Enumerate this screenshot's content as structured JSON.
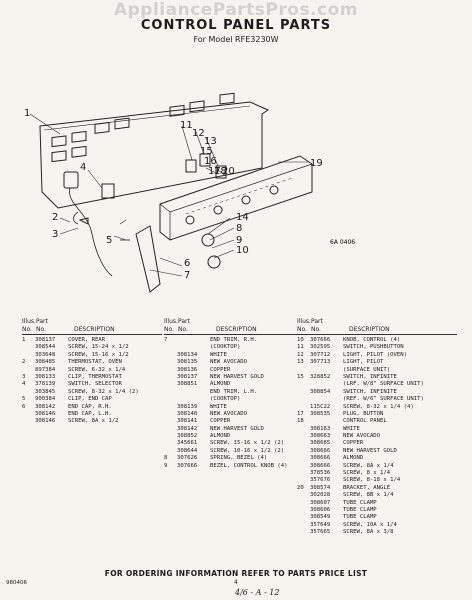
{
  "watermark": "AppliancePartsPros.com",
  "header": {
    "title": "CONTROL PANEL PARTS",
    "subtitle": "For Model RFE3230W"
  },
  "diagram": {
    "code": "6A 0406",
    "callouts": [
      "1",
      "2",
      "3",
      "4",
      "5",
      "6",
      "7",
      "8",
      "9",
      "10",
      "11",
      "12",
      "13",
      "14",
      "15",
      "16",
      "17",
      "18",
      "19",
      "20"
    ]
  },
  "table_headers": {
    "illus_no": [
      "Illus.",
      "No."
    ],
    "part_no": [
      "Part",
      "No."
    ],
    "description": "DESCRIPTION"
  },
  "columns": [
    [
      {
        "no": "1",
        "part": "308137",
        "desc": "COVER, REAR"
      },
      {
        "no": "",
        "part": "308544",
        "desc": "SCREW, 15-24 x 1/2"
      },
      {
        "no": "",
        "part": "303648",
        "desc": "SCREW, 15-16 x 1/2"
      },
      {
        "no": "2",
        "part": "308485",
        "desc": "THERMOSTAT, OVEN"
      },
      {
        "no": "",
        "part": "897384",
        "desc": "SCREW, 6-32 x 1/4"
      },
      {
        "no": "3",
        "part": "308133",
        "desc": "CLIP, THERMOSTAT"
      },
      {
        "no": "4",
        "part": "378139",
        "desc": "SWITCH, SELECTOR"
      },
      {
        "no": "",
        "part": "303845",
        "desc": "SCREW, 8-32 x 1/4 (2)"
      },
      {
        "no": "5",
        "part": "900384",
        "desc": "CLIP, END CAP"
      },
      {
        "no": "6",
        "part": "308142",
        "desc": "END CAP, R.H."
      },
      {
        "no": "",
        "part": "308146",
        "desc": "END CAP, L.H."
      },
      {
        "no": "",
        "part": "308146",
        "desc": "SCREW, 8A x 1/2"
      }
    ],
    [
      {
        "no": "7",
        "part": "",
        "desc": "END TRIM, R.H."
      },
      {
        "no": "",
        "part": "",
        "desc": "(COOKTOP)"
      },
      {
        "no": "",
        "part": "308134",
        "desc": "WHITE"
      },
      {
        "no": "",
        "part": "308135",
        "desc": "NEW AVOCADO"
      },
      {
        "no": "",
        "part": "308136",
        "desc": "COPPER"
      },
      {
        "no": "",
        "part": "308137",
        "desc": "NEW HARVEST GOLD"
      },
      {
        "no": "",
        "part": "308851",
        "desc": "ALMOND"
      },
      {
        "no": "",
        "part": "",
        "desc": "END TRIM, L.H."
      },
      {
        "no": "",
        "part": "",
        "desc": "(COOKTOP)"
      },
      {
        "no": "",
        "part": "308139",
        "desc": "WHITE"
      },
      {
        "no": "",
        "part": "308140",
        "desc": "NEW AVOCADO"
      },
      {
        "no": "",
        "part": "308141",
        "desc": "COPPER"
      },
      {
        "no": "",
        "part": "308142",
        "desc": "NEW HARVEST GOLD"
      },
      {
        "no": "",
        "part": "308852",
        "desc": "ALMOND"
      },
      {
        "no": "",
        "part": "345661",
        "desc": "SCREW, 15-16 x 1/2 (2)"
      },
      {
        "no": "",
        "part": "308644",
        "desc": "SCREW, 10-16 x 1/2 (2)"
      },
      {
        "no": "8",
        "part": "307626",
        "desc": "SPRING, BEZEL (4)"
      },
      {
        "no": "9",
        "part": "307666",
        "desc": "BEZEL, CONTROL KNOB (4)"
      }
    ],
    [
      {
        "no": "10",
        "part": "307666",
        "desc": "KNOB, CONTROL (4)"
      },
      {
        "no": "11",
        "part": "302595",
        "desc": "SWITCH, PUSHBUTTON"
      },
      {
        "no": "12",
        "part": "307712",
        "desc": "LIGHT, PILOT (OVEN)"
      },
      {
        "no": "13",
        "part": "307713",
        "desc": "LIGHT, PILOT"
      },
      {
        "no": "",
        "part": "",
        "desc": "(SURFACE UNIT)"
      },
      {
        "no": "15",
        "part": "328852",
        "desc": "SWITCH, INFINITE"
      },
      {
        "no": "",
        "part": "",
        "desc": "(LRF. W/8\" SURFACE UNIT)"
      },
      {
        "no": "",
        "part": "308854",
        "desc": "SWITCH, INFINITE"
      },
      {
        "no": "",
        "part": "",
        "desc": "(REF. W/6\" SURFACE UNIT)"
      },
      {
        "no": "",
        "part": "115C22",
        "desc": "SCREW, 8-32 x 1/4 (4)"
      },
      {
        "no": "17",
        "part": "308535",
        "desc": "PLUG, BUTTON"
      },
      {
        "no": "18",
        "part": "",
        "desc": "CONTROL PANEL"
      },
      {
        "no": "",
        "part": "308163",
        "desc": "WHITE"
      },
      {
        "no": "",
        "part": "308663",
        "desc": "NEW AVOCADO"
      },
      {
        "no": "",
        "part": "308665",
        "desc": "COPPER"
      },
      {
        "no": "",
        "part": "308666",
        "desc": "NEW HARVEST GOLD"
      },
      {
        "no": "",
        "part": "308666",
        "desc": "ALMOND"
      },
      {
        "no": "",
        "part": "308666",
        "desc": "SCREW, 8A x 1/4"
      },
      {
        "no": "",
        "part": "378536",
        "desc": "SCREW, 8 x 1/4"
      },
      {
        "no": "",
        "part": "357676",
        "desc": "SCREW, 8-18 x 1/4"
      },
      {
        "no": "20",
        "part": "308574",
        "desc": "BRACKET, ANGLE"
      },
      {
        "no": "",
        "part": "302028",
        "desc": "SCREW, 8B x 1/4"
      },
      {
        "no": "",
        "part": "308607",
        "desc": "TUBE CLAMP"
      },
      {
        "no": "",
        "part": "308606",
        "desc": "TUBE CLAMP"
      },
      {
        "no": "",
        "part": "308549",
        "desc": "TUBE CLAMP"
      },
      {
        "no": "",
        "part": "357649",
        "desc": "SCREW, 10A x 1/4"
      },
      {
        "no": "",
        "part": "357665",
        "desc": "SCREW, 8A x 3/8"
      }
    ]
  ],
  "footer": {
    "ordering": "FOR ORDERING INFORMATION REFER TO PARTS PRICE LIST",
    "doc_no": "980406",
    "page_no": "4",
    "handwritten": "4/6 - A - 12"
  }
}
